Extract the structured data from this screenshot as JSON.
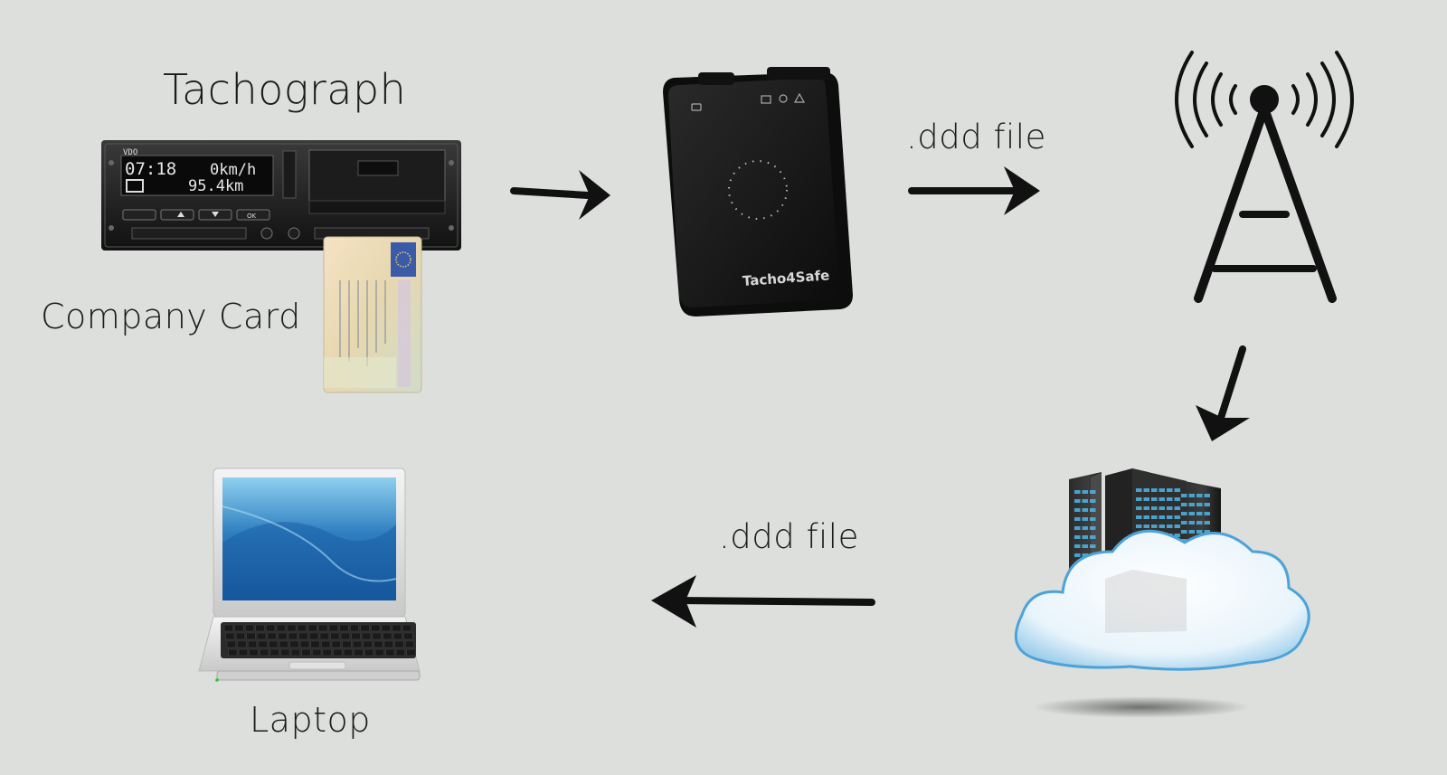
{
  "labels": {
    "tachograph": "Tachograph",
    "company_card": "Company Card",
    "laptop": "Laptop",
    "ddd_file_top": ".ddd file",
    "ddd_file_bottom": ".ddd file"
  },
  "tachograph_display": {
    "brand": "VDO",
    "time": "07:18",
    "speed": "0km/h",
    "distance": "95.4km",
    "ok_button": "OK"
  },
  "device": {
    "brand_text": "Tacho4Safe"
  },
  "colors": {
    "background": "#dcdfdc",
    "arrow": "#111111",
    "text": "#1b1b1b"
  }
}
